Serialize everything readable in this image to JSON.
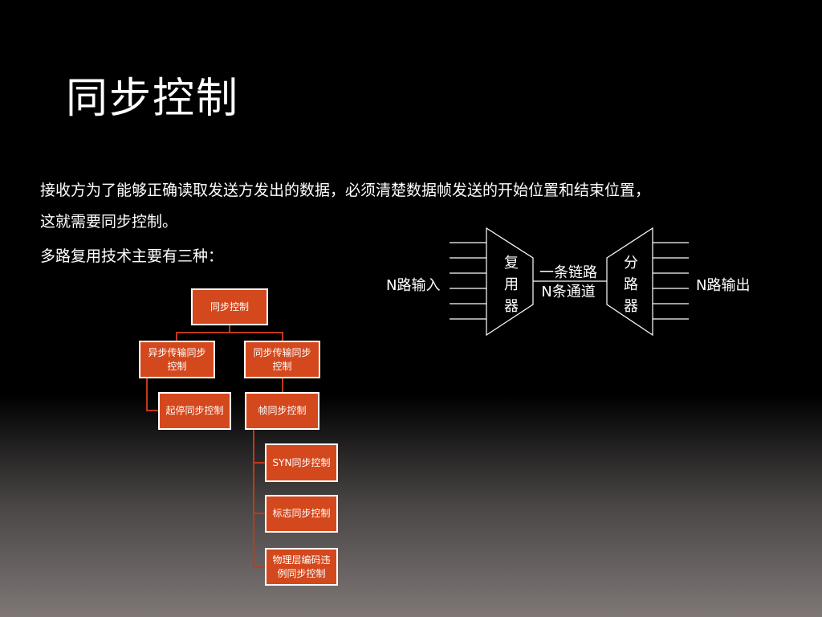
{
  "slide": {
    "title": "同步控制",
    "paragraph1_line1": "接收方为了能够正确读取发送方发出的数据，必须清楚数据帧发送的开始位置和结束位置，",
    "paragraph1_line2": "这就需要同步控制。",
    "paragraph2": "多路复用技术主要有三种："
  },
  "mux_diagram": {
    "input_label": "N路输入",
    "mux_chars": [
      "复",
      "用",
      "器"
    ],
    "link_line1": "一条链路",
    "link_line2": "N条通道",
    "demux_chars": [
      "分",
      "路",
      "器"
    ],
    "output_label": "N路输出"
  },
  "tree": {
    "root": "同步控制",
    "async": "异步传输同步控制",
    "sync": "同步传输同步控制",
    "start_stop": "起停同步控制",
    "frame": "帧同步控制",
    "syn": "SYN同步控制",
    "flag": "标志同步控制",
    "physical": "物理层编码违例同步控制"
  },
  "colors": {
    "node_fill": "#d4481d",
    "node_border": "#ffffff",
    "connector": "#c0391b"
  }
}
